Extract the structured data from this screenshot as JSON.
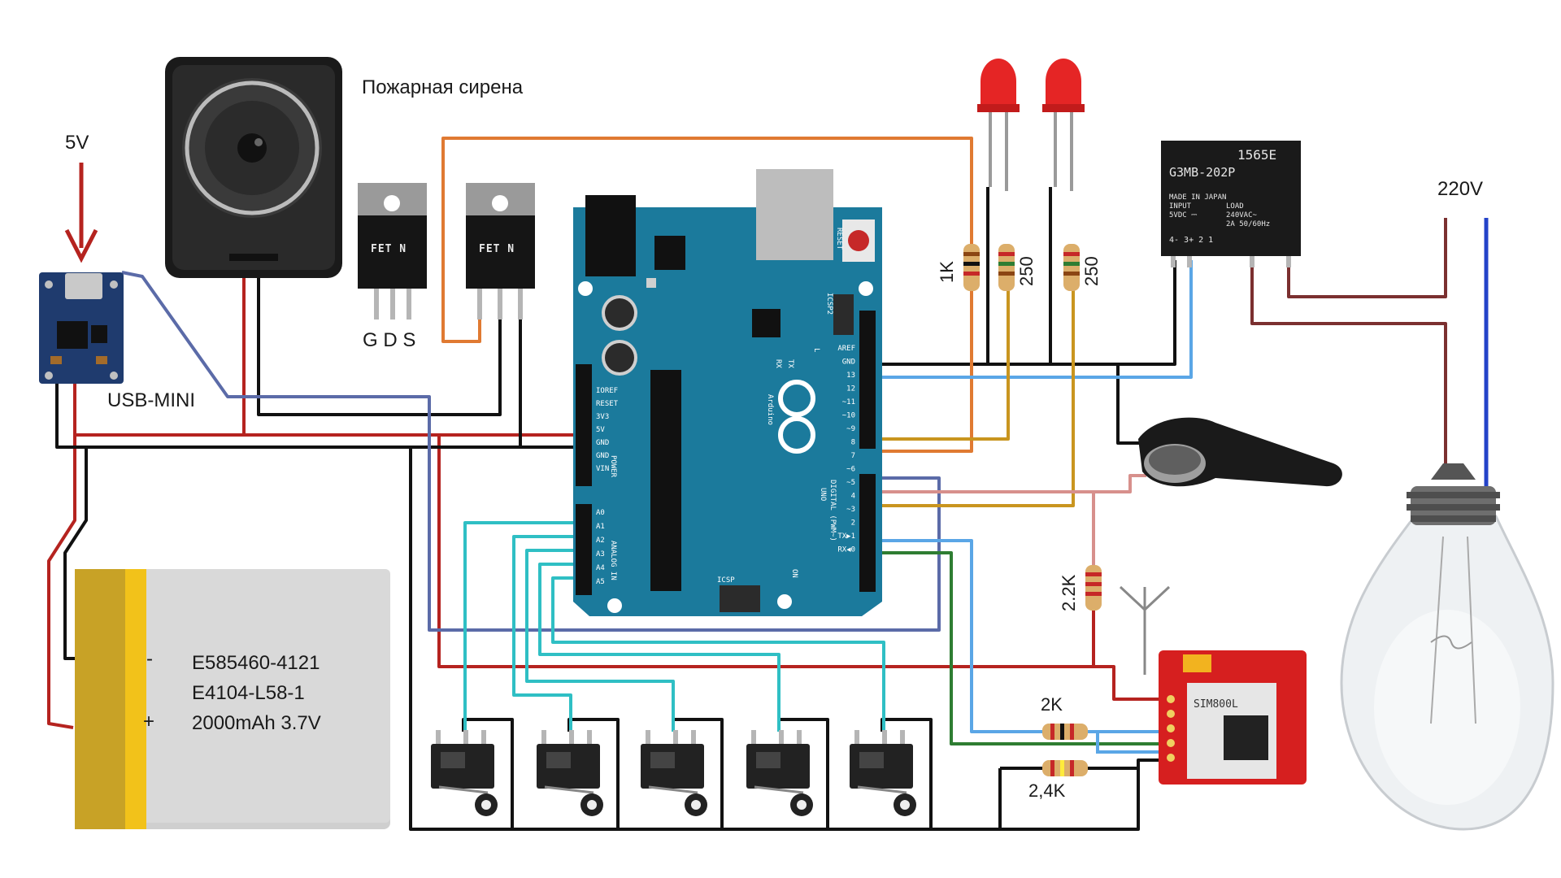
{
  "labels": {
    "siren": "Пожарная сирена",
    "power_in": "5V",
    "usb": "USB-MINI",
    "gds": "G D S",
    "mains": "220V",
    "r1": "1K",
    "r2": "250",
    "r3": "250",
    "r_22k": "2.2K",
    "r_2k": "2K",
    "r_24k": "2,4K"
  },
  "battery": {
    "line1": "E585460-4121",
    "line2": "E4104-L58-1",
    "line3": "2000mAh 3.7V",
    "minus": "-",
    "plus": "+"
  },
  "mosfet": {
    "marking": "FET N"
  },
  "relay": {
    "code": "1565E",
    "model": "G3MB-202P",
    "made_in": "MADE IN JAPAN",
    "input_title": "INPUT",
    "input_value": "5VDC ⎓",
    "load_title": "LOAD",
    "load_value_1": "240VAC~",
    "load_value_2": "2A 50/60Hz",
    "pins": "4-  3+        2    1"
  },
  "arduino": {
    "brand": "Arduino",
    "model": "UNO",
    "reset": "RESET",
    "icsp": "ICSP",
    "icsp2": "ICSP2",
    "on": "ON",
    "tx": "TX",
    "rx": "RX",
    "l": "L",
    "power_header": [
      "IOREF",
      "RESET",
      "3V3",
      "5V",
      "GND",
      "GND",
      "VIN"
    ],
    "analog_header": [
      "A0",
      "A1",
      "A2",
      "A3",
      "A4",
      "A5"
    ],
    "digital_header": [
      "AREF",
      "GND",
      "13",
      "12",
      "~11",
      "~10",
      "~9",
      "8",
      "7",
      "~6",
      "~5",
      "4",
      "~3",
      "2",
      "TX▶1",
      "RX◀0"
    ],
    "section_power": "POWER",
    "section_analog": "ANALOG IN",
    "section_digital": "DIGITAL (PWM~)"
  },
  "gsm": {
    "model": "SIM800L"
  },
  "colors": {
    "wire_red": "#b5231f",
    "wire_black": "#111111",
    "wire_orange": "#e07a32",
    "wire_blue_dark": "#5b6ba8",
    "wire_blue_light": "#5aa6e6",
    "wire_cyan": "#2fbfc4",
    "wire_gold": "#c9951f",
    "wire_pink": "#d7908c",
    "wire_green": "#2e7d32",
    "wire_maroon": "#7b3030",
    "wire_blue_mains": "#2443c9",
    "arduino_board": "#1b7a9c",
    "battery_gold": "#c8a226",
    "battery_yellow": "#f2c21a",
    "battery_body": "#d8d8d8",
    "led_red": "#e52525",
    "gsm_board": "#d61f1f"
  }
}
